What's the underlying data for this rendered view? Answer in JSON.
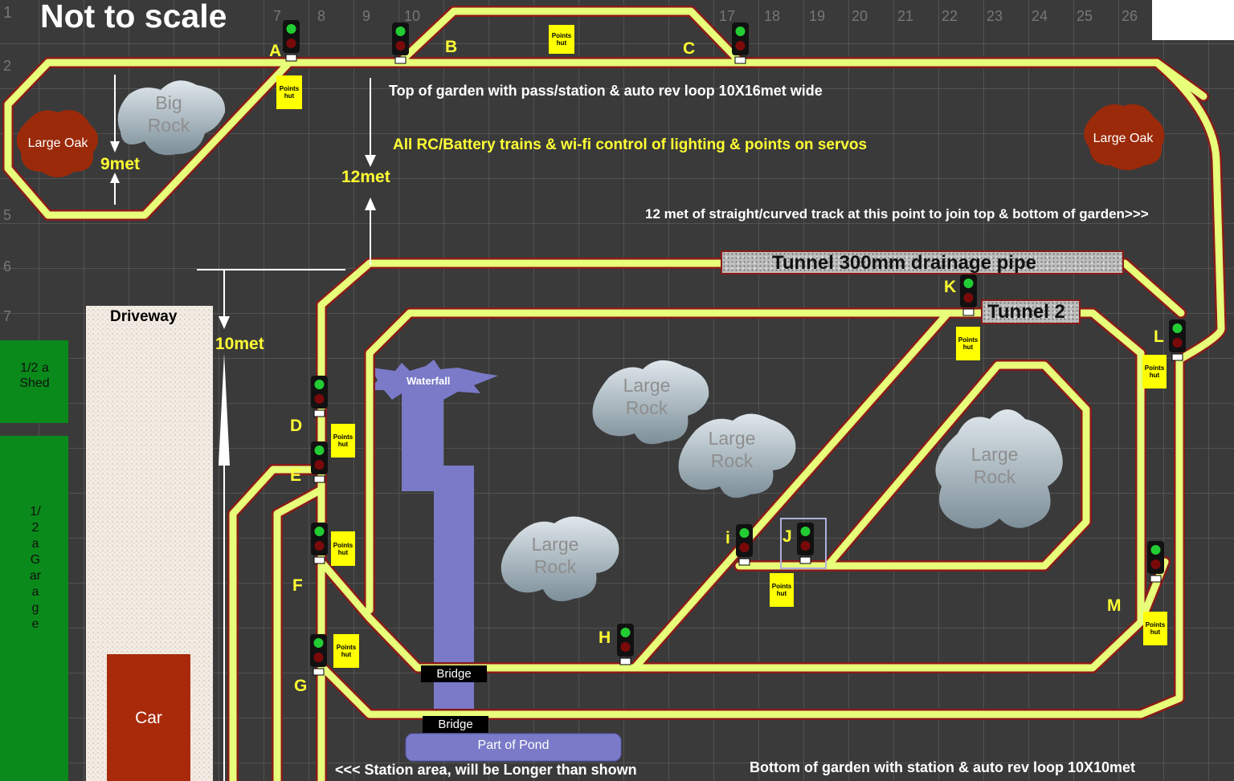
{
  "title": "Not to scale",
  "grid_numbers": {
    "columns": [
      "1",
      "7",
      "8",
      "9",
      "10",
      "17",
      "18",
      "19",
      "20",
      "21",
      "22",
      "23",
      "24",
      "25",
      "26"
    ],
    "rows": [
      "2",
      "5",
      "6",
      "7"
    ]
  },
  "notes": {
    "top_garden": "Top of garden with pass/station & auto rev loop 10X16met wide",
    "control": "All RC/Battery trains & wi-fi control of lighting & points on servos",
    "join": "12 met of straight/curved track at this point to join top & bottom of garden>>>",
    "station": "<<< Station area, will be Longer than shown",
    "bottom_garden": "Bottom of garden with station & auto rev loop 10X10met"
  },
  "dimensions": {
    "d9": "9met",
    "d12": "12met",
    "d10": "10met"
  },
  "tunnels": {
    "t1": "Tunnel 300mm drainage pipe",
    "t2": "Tunnel 2"
  },
  "features": {
    "oak": "Large Oak",
    "big_rock": "Big Rock",
    "large_rock": "Large Rock",
    "waterfall": "Waterfall",
    "bridge": "Bridge",
    "pond": "Part of Pond",
    "driveway": "Driveway",
    "shed": "1/2 a Shed",
    "garage": "1/2 a Garage",
    "car": "Car"
  },
  "points_hut": "Points hut",
  "signals": [
    "A",
    "B",
    "C",
    "D",
    "E",
    "F",
    "G",
    "H",
    "i",
    "J",
    "K",
    "L",
    "M"
  ],
  "colors": {
    "background": "#3a3a3a",
    "track": "#e8ff7a",
    "rail": "#8a1a1a",
    "water": "#7a7ac8",
    "oak": "#9b2a0a",
    "green_building": "#0a8a1a",
    "car": "#a82a0a",
    "label_yellow": "#ffff33",
    "points_hut": "#ffff00"
  }
}
